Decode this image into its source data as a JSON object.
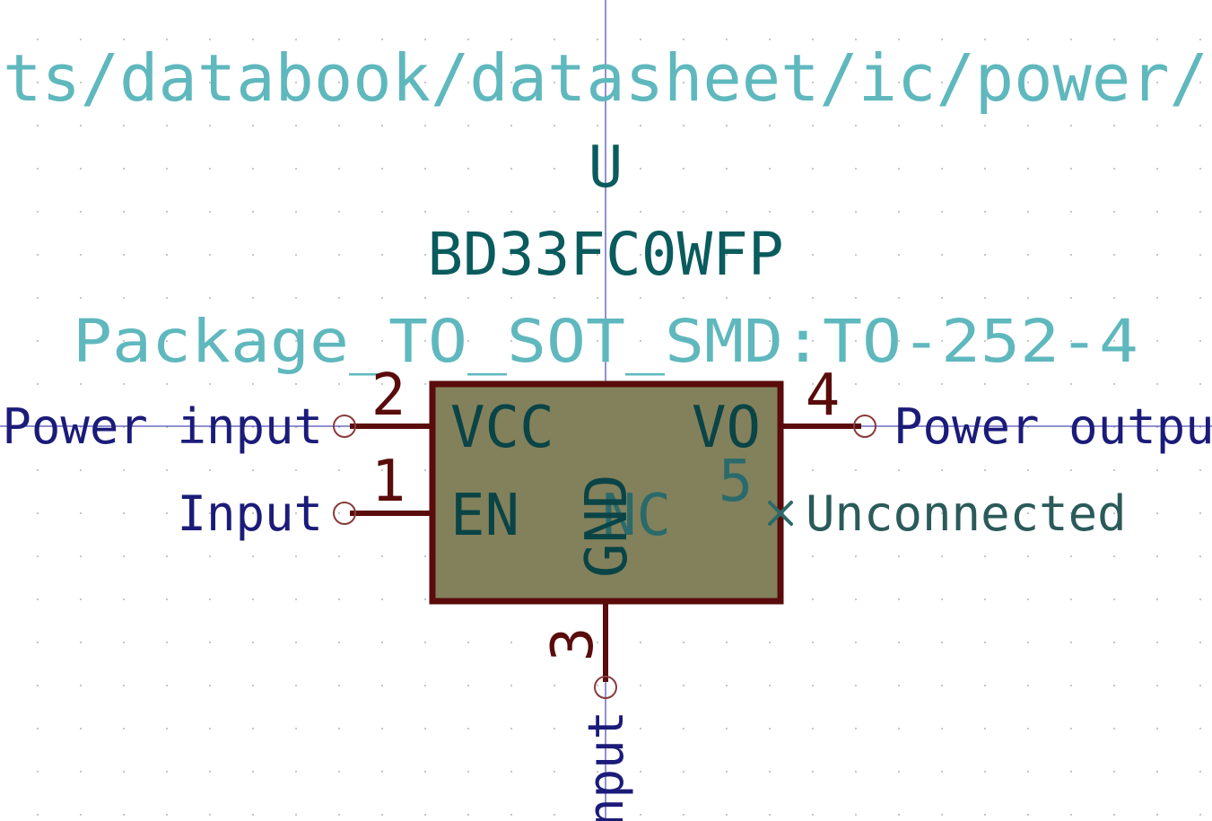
{
  "symbol": {
    "datasheet_text": "cts/databook/datasheet/ic/power/l",
    "reference": "U",
    "value": "BD33FC0WFP",
    "footprint": "Package_TO_SOT_SMD:TO-252-4"
  },
  "pins": {
    "vcc": {
      "number": "2",
      "name": "VCC",
      "type": "Power input"
    },
    "en": {
      "number": "1",
      "name": "EN",
      "type": "Input"
    },
    "vo": {
      "number": "4",
      "name": "VO",
      "type": "Power output"
    },
    "nc": {
      "number": "5",
      "name": "NC",
      "type": "Unconnected"
    },
    "gnd": {
      "number": "3",
      "name": "GND",
      "type": "nput"
    }
  },
  "colors": {
    "field_text": "#5fb8bd",
    "reference_value": "#0a5b5d",
    "pin_line": "#5a0b0b",
    "pin_number": "#5a0b0b",
    "pin_name": "#0a4446",
    "pin_type": "#1b1b7a",
    "nc_type": "#2b5a5a",
    "body_fill": "#82815c",
    "body_border": "#5a0b0b",
    "crosshair": "#2222aa",
    "pin_end": "#8a3a3a"
  }
}
